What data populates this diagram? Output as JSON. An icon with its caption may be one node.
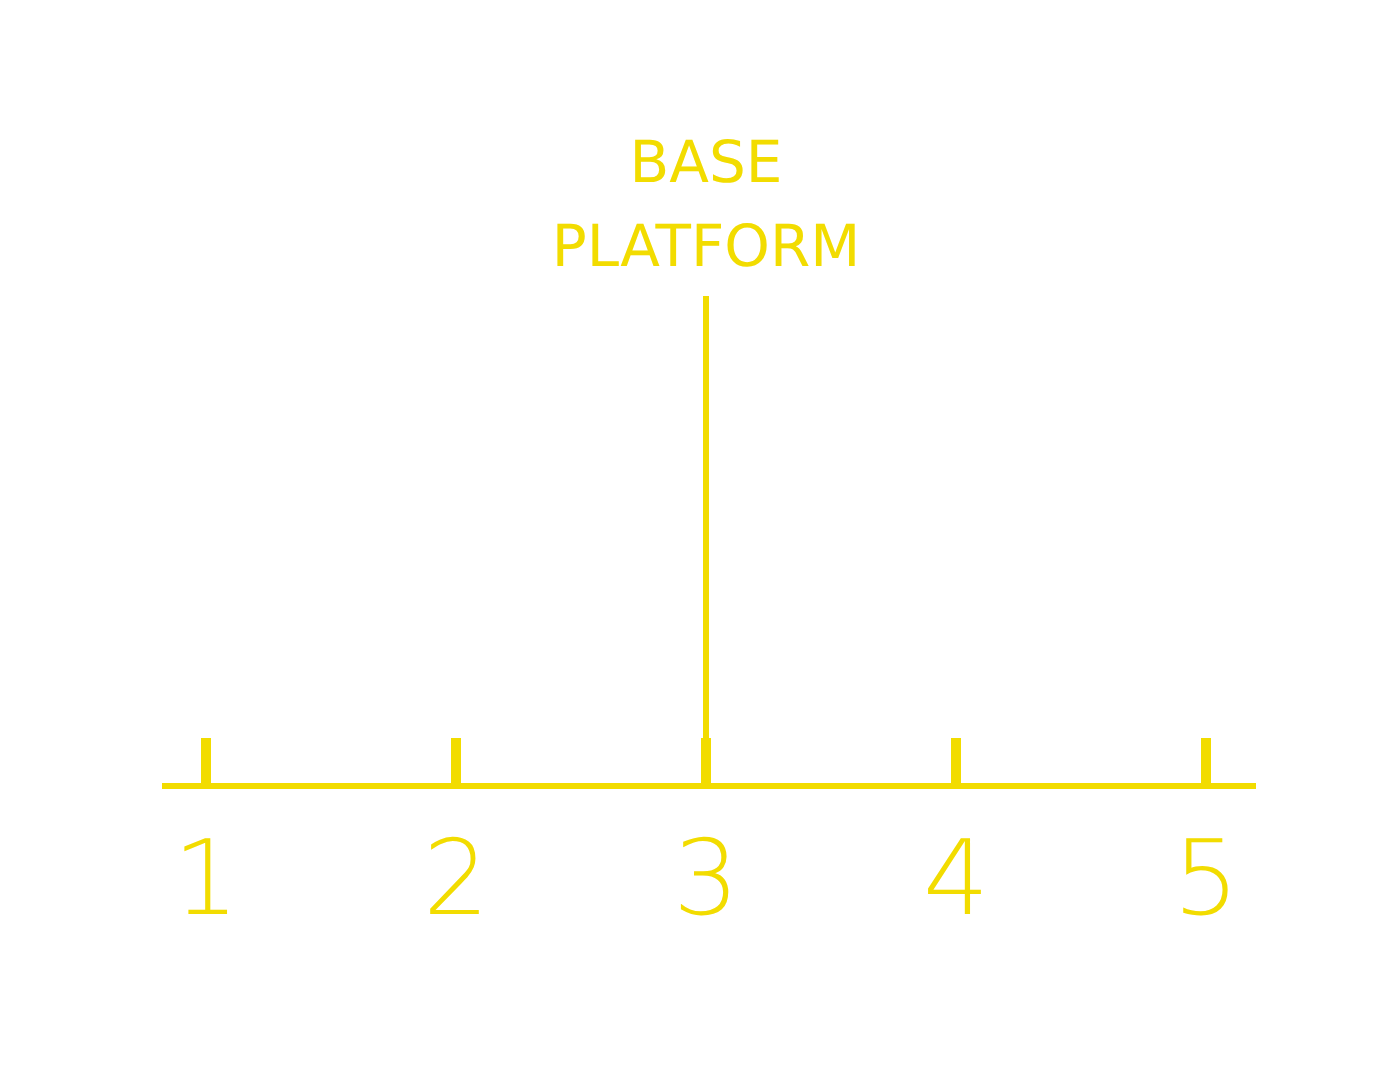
{
  "diagram": {
    "nodes": [
      {
        "text": [
          "BASE PLATFORM"
        ]
      },
      {
        "text": [],
        "shape": "bar"
      }
    ],
    "edges": [
      {
        "from": 0,
        "to": 1,
        "arrow": "none"
      }
    ],
    "labels": [
      "1",
      "2",
      "3",
      "4",
      "5"
    ]
  }
}
